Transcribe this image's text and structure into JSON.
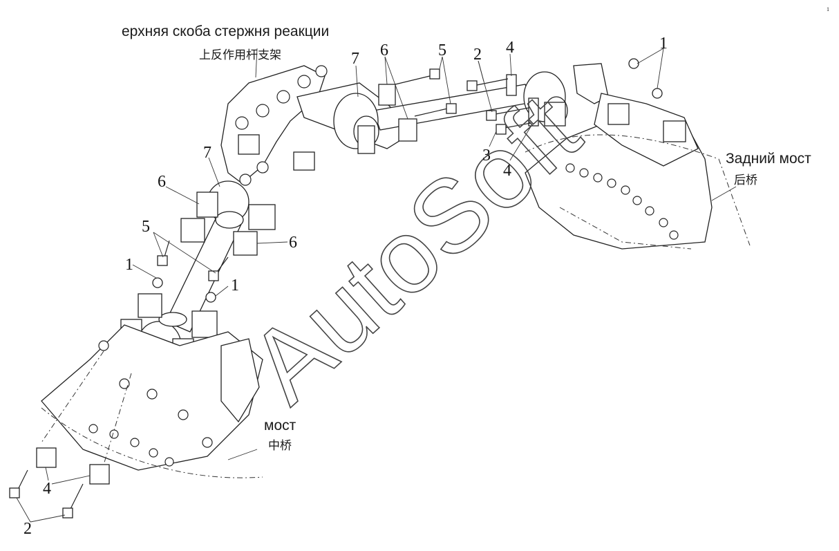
{
  "labels": {
    "upper_bracket_ru": "ерхняя скоба стержня реакции",
    "upper_bracket_cn": "上反作用杆支架",
    "rear_axle_ru": "Задний мост",
    "rear_axle_cn": "后桥",
    "middle_axle_ru": "мост",
    "middle_axle_cn": "中桥"
  },
  "callouts": {
    "c1a": "1",
    "c1b": "1",
    "c1c": "1",
    "c1d": "1",
    "c2a": "2",
    "c2b": "2",
    "c3": "3",
    "c4a": "4",
    "c4b": "4",
    "c4c": "4",
    "c5a": "5",
    "c5b": "5",
    "c6a": "6",
    "c6b": "6",
    "c6c": "6",
    "c7a": "7",
    "c7b": "7"
  },
  "watermark": "AutoSoft"
}
